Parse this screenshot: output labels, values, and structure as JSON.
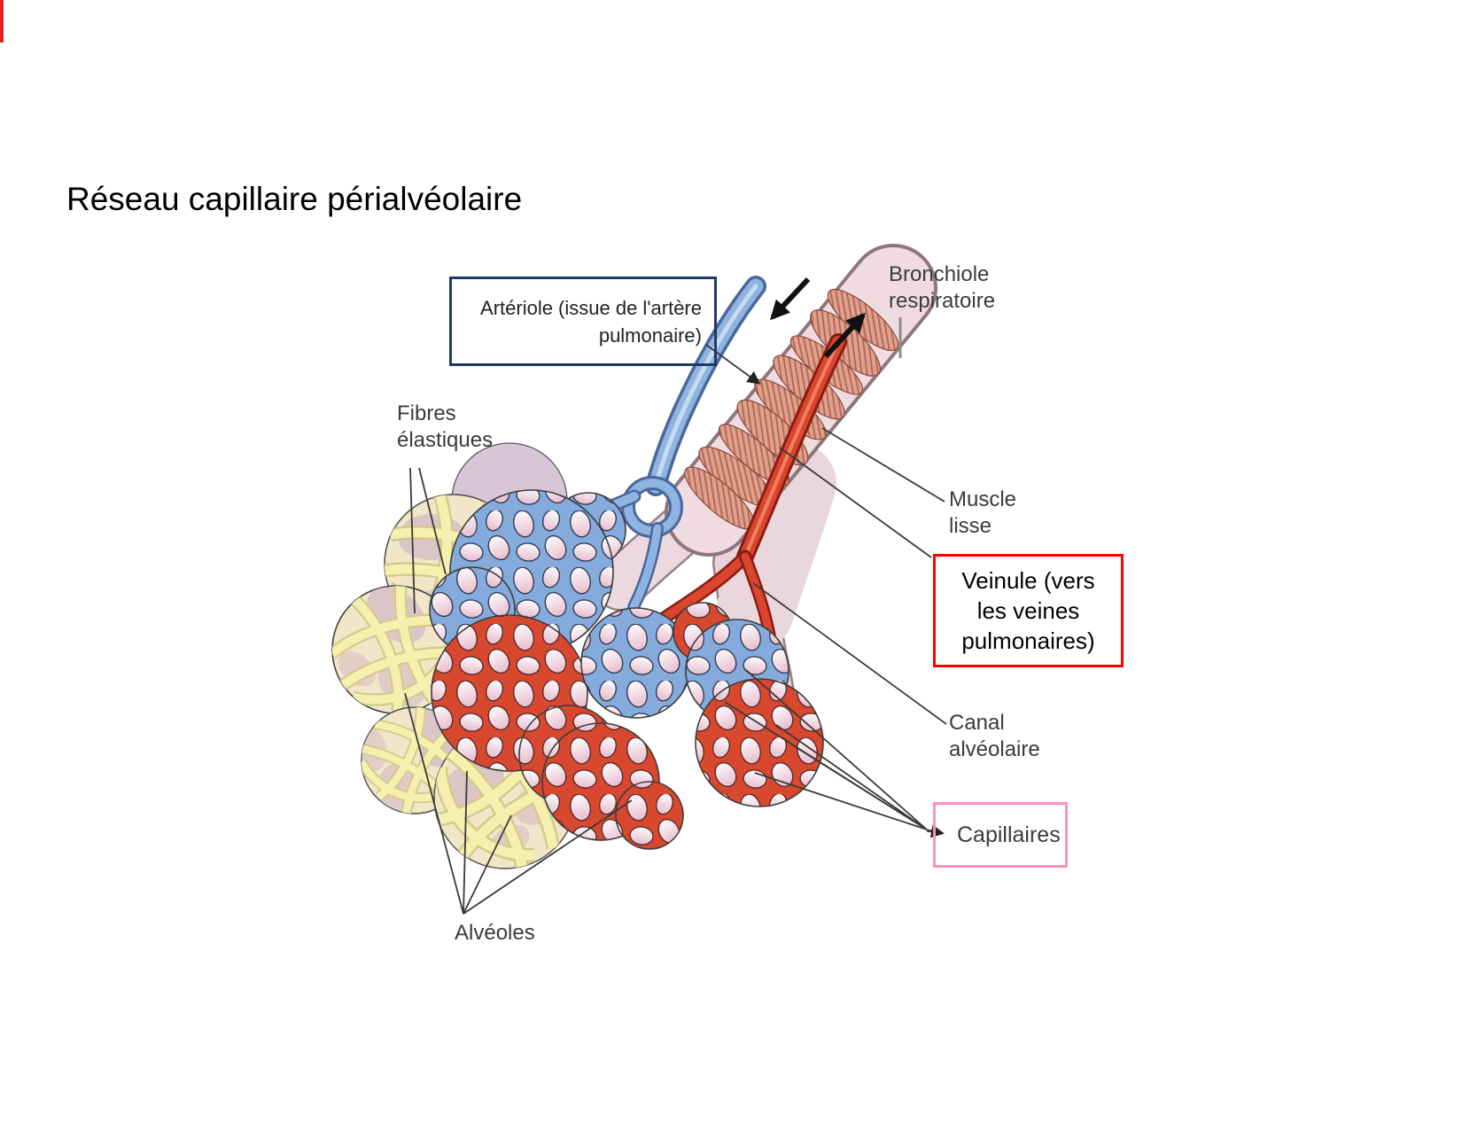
{
  "title": "Réseau capillaire périalvéolaire",
  "labels": {
    "arteriole": {
      "lines": [
        "Artériole (issue de l'artère",
        "pulmonaire)"
      ],
      "border_color": "#1F3864"
    },
    "bronchiole": {
      "lines": [
        "Bronchiole",
        "respiratoire"
      ]
    },
    "fibres": {
      "lines": [
        "Fibres",
        "élastiques"
      ]
    },
    "muscle": {
      "lines": [
        "Muscle",
        "lisse"
      ]
    },
    "veinule": {
      "lines": [
        "Veinule (vers",
        "les veines",
        "pulmonaires)"
      ],
      "border_color": "#FF0000"
    },
    "canal": {
      "lines": [
        "Canal",
        "alvéolaire"
      ]
    },
    "capillaires": {
      "text": "Capillaires",
      "border_color": "#FF8FBF"
    },
    "alveoles": {
      "text": "Alvéoles"
    }
  },
  "colors": {
    "arteriole_box_border": "#1F3864",
    "veinule_box_border": "#FF0000",
    "capillaires_box_border": "#FF8FBF",
    "arteriole_vessel": "#8FB4E0",
    "venule_vessel": "#D9452F",
    "capillary_mesh_blue": "#84ABDB",
    "capillary_mesh_red": "#D8482F",
    "elastic_fibers": "#F6F0AE",
    "smooth_muscle": "#DFA18E",
    "alveolar_wall_pink": "#EAD5DC",
    "label_text": "#3b3b3b",
    "title_text": "#000000"
  }
}
